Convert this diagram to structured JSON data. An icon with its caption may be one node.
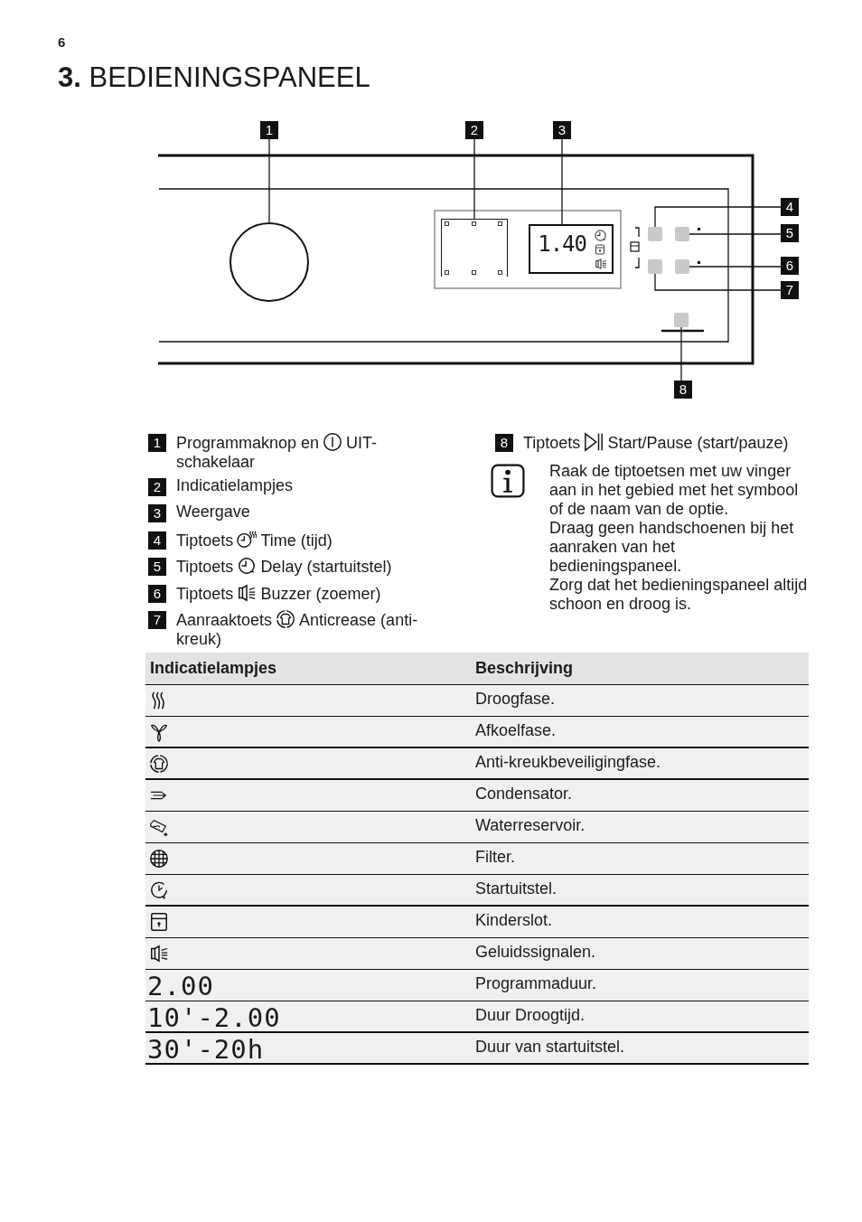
{
  "diagram": {
    "title": "**3.** BEDIENINGSPANEEL",
    "nodes": [
      {
        "text": [
          "1"
        ]
      },
      {
        "text": [
          "2"
        ]
      },
      {
        "text": [
          "3"
        ]
      },
      {
        "text": [
          "4"
        ]
      },
      {
        "text": [
          "5"
        ]
      },
      {
        "text": [
          "6"
        ]
      },
      {
        "text": [
          "7"
        ]
      },
      {
        "text": [
          "8"
        ]
      },
      {
        "text": [],
        "shape": "circle"
      },
      {
        "text": [],
        "shape": "box"
      },
      {
        "text": [
          "1.40"
        ]
      },
      {
        "text": [],
        "shape": "box"
      },
      {
        "text": [],
        "shape": "box"
      },
      {
        "text": [],
        "shape": "box"
      },
      {
        "text": [],
        "shape": "box"
      },
      {
        "text": [],
        "shape": "box"
      },
      {
        "text": [
          "1"
        ]
      },
      {
        "text": [
          "2"
        ]
      },
      {
        "text": [
          "3"
        ]
      },
      {
        "text": [
          "4"
        ]
      },
      {
        "text": [
          "5"
        ]
      },
      {
        "text": [
          "6"
        ]
      },
      {
        "text": [
          "7"
        ]
      },
      {
        "text": [
          "8"
        ]
      }
    ],
    "edges": [
      {
        "from": 0,
        "to": 8,
        "arrow": "none"
      },
      {
        "from": 1,
        "to": 9,
        "arrow": "none"
      },
      {
        "from": 2,
        "to": 10,
        "arrow": "none"
      },
      {
        "from": 3,
        "to": 11,
        "arrow": "none"
      },
      {
        "from": 4,
        "to": 12,
        "arrow": "none"
      },
      {
        "from": 5,
        "to": 13,
        "arrow": "none"
      },
      {
        "from": 6,
        "to": 14,
        "arrow": "none"
      },
      {
        "from": 7,
        "to": 15,
        "arrow": "none"
      }
    ],
    "labels": [
      "6",
      "Programmaknop en",
      "UIT-schakelaar",
      "Indicatielampjes",
      "Weergave",
      "Tiptoets",
      "Time (tijd)",
      "Tiptoets",
      "Delay (startuitstel)",
      "Tiptoets",
      "Buzzer (zoemer)",
      "Aanraaktoets",
      "Anticrease (anti-kreuk)",
      "Tiptoets",
      "Start/Pause (start/pauze)",
      "Raak de tiptoetsen met uw vinger aan in het gebied met het symbool of de naam van de optie.",
      "Draag geen handschoenen bij het aanraken van het bedieningspaneel.",
      "Zorg dat het bedieningspaneel altijd schoon en droog is.",
      "Indicatielampjes",
      "Beschrijving",
      "Droogfase.",
      "Afkoelfase.",
      "Anti-kreukbeveiligingfase.",
      "Condensator.",
      "Waterreservoir.",
      "Filter.",
      "Startuitstel.",
      "Kinderslot.",
      "Geluidssignalen.",
      "2.00",
      "Programmaduur.",
      "10'-2.00",
      "Duur Droogtijd.",
      "30'-20h",
      "Duur van startuitstel."
    ]
  }
}
